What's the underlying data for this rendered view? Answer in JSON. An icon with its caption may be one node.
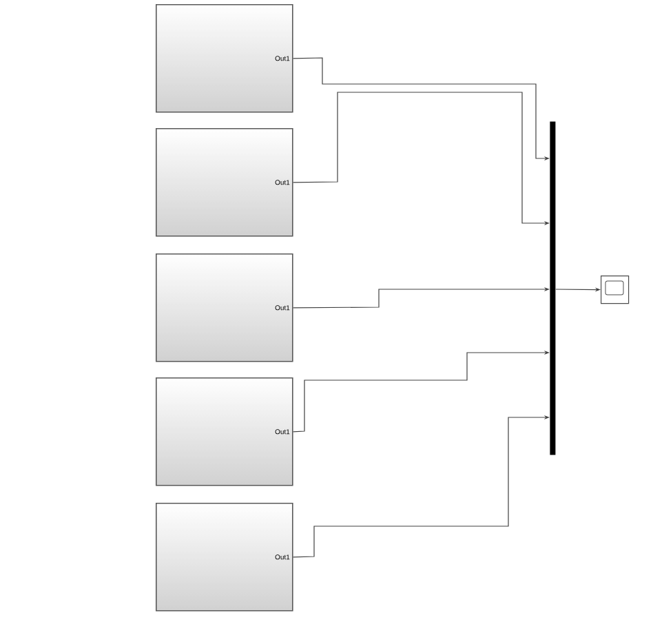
{
  "diagram": {
    "nodes": [
      {
        "text": [
          "Out1"
        ]
      },
      {
        "text": [
          "Out1"
        ]
      },
      {
        "text": [
          "Out1"
        ]
      },
      {
        "text": [
          "Out1"
        ]
      },
      {
        "text": [
          "Out1"
        ]
      },
      {
        "text": [],
        "shape": "bar"
      },
      {
        "text": [],
        "shape": "box"
      }
    ],
    "edges": [
      {
        "from": 0,
        "to": 5,
        "arrow": "to"
      },
      {
        "from": 1,
        "to": 5,
        "arrow": "to"
      },
      {
        "from": 2,
        "to": 5,
        "arrow": "to"
      },
      {
        "from": 3,
        "to": 5,
        "arrow": "to"
      },
      {
        "from": 4,
        "to": 5,
        "arrow": "to"
      },
      {
        "from": 5,
        "to": 6,
        "arrow": "to"
      }
    ]
  }
}
